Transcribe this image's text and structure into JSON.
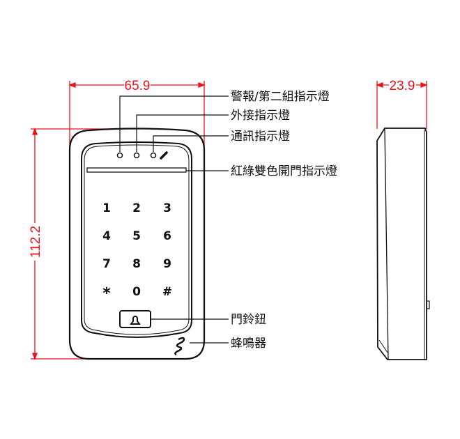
{
  "dimensions": {
    "width": "65.9",
    "height": "112.2",
    "depth": "23.9"
  },
  "colors": {
    "dimension": "#e8141b",
    "outline": "#111111"
  },
  "labels": {
    "alarm_led": "警報/第二組指示燈",
    "external_led": "外接指示燈",
    "comm_led": "通訊指示燈",
    "door_led": "紅綠雙色開門指示燈",
    "doorbell": "門鈴鈕",
    "buzzer": "蜂鳴器"
  },
  "keypad": {
    "keys": [
      "1",
      "2",
      "3",
      "4",
      "5",
      "6",
      "7",
      "8",
      "9",
      "*",
      "0",
      "#"
    ]
  },
  "icons": {
    "doorbell": "bell-icon",
    "comm": "key-icon",
    "buzzer": "buzzer-icon"
  }
}
